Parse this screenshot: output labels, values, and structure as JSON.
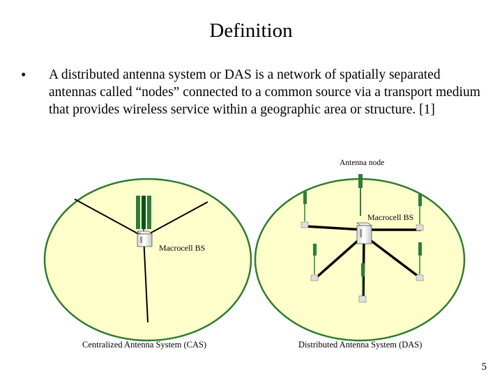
{
  "slide": {
    "title": "Definition",
    "bullet": {
      "marker": "•",
      "text": "A distributed antenna system or DAS is a network of spatially separated antennas called “nodes” connected to a common source via a transport medium that provides wireless service within a geographic area or structure. [1]"
    },
    "page_number": "5"
  },
  "diagram": {
    "cas": {
      "bs_label": "Macrocell BS",
      "caption": "Centralized Antenna System (CAS)"
    },
    "das": {
      "node_label": "Antenna node",
      "bs_label": "Macrocell BS",
      "caption": "Distributed Antenna System (DAS)"
    },
    "colors": {
      "cell_fill": "#ffffcc",
      "cell_stroke": "#2f7b2f",
      "antenna": "#2e7d3a",
      "antenna_dark": "#0f4f1f",
      "line": "#000000"
    },
    "icons": {
      "antenna": "antenna-icon",
      "base_station": "base-station-icon",
      "node_box": "node-box-icon"
    }
  }
}
